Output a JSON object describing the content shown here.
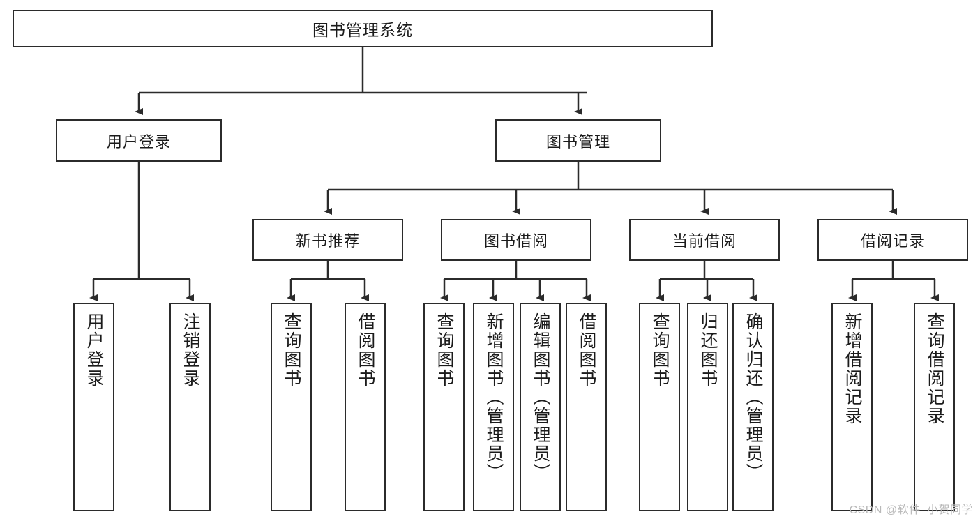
{
  "diagram": {
    "title": "图书管理系统",
    "watermark": "CSDN @软件_小贺同学",
    "stroke_color": "#2b2b2b",
    "background_color": "#ffffff",
    "text_color": "#1b1b1b",
    "watermark_color": "#b9b9b9",
    "type": "tree-hierarchy-chart",
    "levels": {
      "root": "图书管理系统",
      "level2": [
        "用户登录",
        "图书管理"
      ],
      "level3": [
        "新书推荐",
        "图书借阅",
        "当前借阅",
        "借阅记录"
      ]
    },
    "nodes": {
      "root": {
        "label": "图书管理系统"
      },
      "user_login": {
        "label": "用户登录"
      },
      "book_manage": {
        "label": "图书管理"
      },
      "new_book_rec": {
        "label": "新书推荐"
      },
      "book_borrow": {
        "label": "图书借阅"
      },
      "current_borrow": {
        "label": "当前借阅"
      },
      "borrow_record": {
        "label": "借阅记录"
      }
    },
    "leaves": {
      "user_login": [
        {
          "label": "用户登录"
        },
        {
          "label": "注销登录"
        }
      ],
      "new_book_rec": [
        {
          "label": "查询图书"
        },
        {
          "label": "借阅图书"
        }
      ],
      "book_borrow": [
        {
          "label": "查询图书"
        },
        {
          "label": "新增图书（管理员）"
        },
        {
          "label": "编辑图书（管理员）"
        },
        {
          "label": "借阅图书"
        }
      ],
      "current_borrow": [
        {
          "label": "查询图书"
        },
        {
          "label": "归还图书"
        },
        {
          "label": "确认归还（管理员）"
        }
      ],
      "borrow_record": [
        {
          "label": "新增借阅记录"
        },
        {
          "label": "查询借阅记录"
        }
      ]
    }
  }
}
